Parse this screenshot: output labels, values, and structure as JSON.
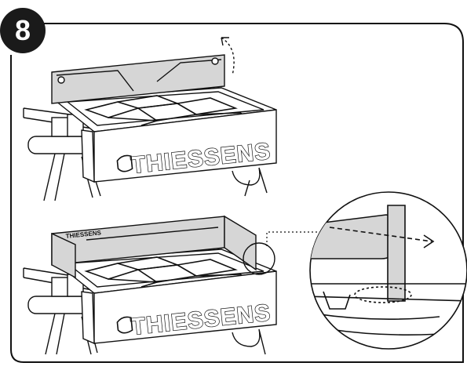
{
  "step": {
    "number": "8"
  },
  "griddle_top": {
    "brand_text": "THIESSENS",
    "windscreen": "rear-panel-only"
  },
  "griddle_bottom": {
    "brand_text": "THIESSENS",
    "windscreen_label": "THIESSENS",
    "windscreen": "rear-and-side-panels"
  },
  "detail_view": {
    "subject": "side-panel-slot-engagement"
  },
  "colors": {
    "ink": "#111111",
    "panel_fill": "#d6d6d6",
    "badge": "#1a1a1a"
  }
}
